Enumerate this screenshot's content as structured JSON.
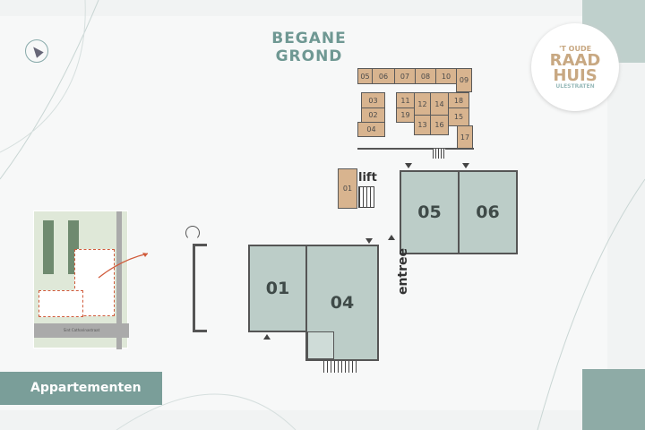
{
  "title": "BEGANE GROND",
  "logo": {
    "line1": "'T OUDE",
    "line2": "RAAD",
    "line3": "HUIS",
    "line4": "ULESTRATEN"
  },
  "button": {
    "label": "Appartementen"
  },
  "labels": {
    "lift": "lift",
    "entree": "entree"
  },
  "map_inset": {
    "street": "Sint Catharinastraat"
  },
  "storage": [
    "05",
    "06",
    "07",
    "08",
    "10",
    "09",
    "03",
    "02",
    "04",
    "11",
    "19",
    "12",
    "13",
    "14",
    "16",
    "18",
    "15",
    "17",
    "01"
  ],
  "apartments": [
    "01",
    "04",
    "05",
    "06"
  ],
  "colors": {
    "apartment": "#bccdc8",
    "storage": "#d8b48f",
    "accent": "#7a9e99"
  }
}
